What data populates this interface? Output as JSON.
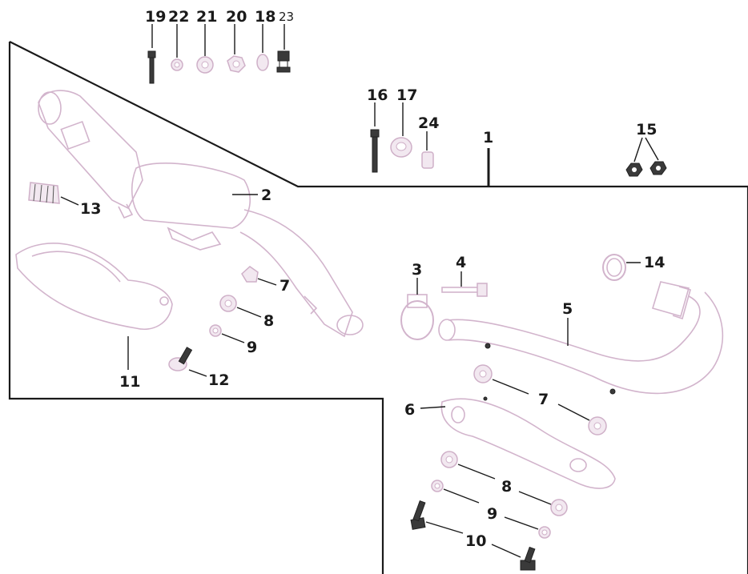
{
  "labels": {
    "p1": "1",
    "p2": "2",
    "p3": "3",
    "p4": "4",
    "p5": "5",
    "p6": "6",
    "p7a": "7",
    "p7b": "7",
    "p8a": "8",
    "p8b": "8",
    "p9a": "9",
    "p9b": "9",
    "p10": "10",
    "p11": "11",
    "p12": "12",
    "p13": "13",
    "p14": "14",
    "p15": "15",
    "p16": "16",
    "p17": "17",
    "p18": "18",
    "p19": "19",
    "p20": "20",
    "p21": "21",
    "p22": "22",
    "p23": "23",
    "p24": "24"
  }
}
